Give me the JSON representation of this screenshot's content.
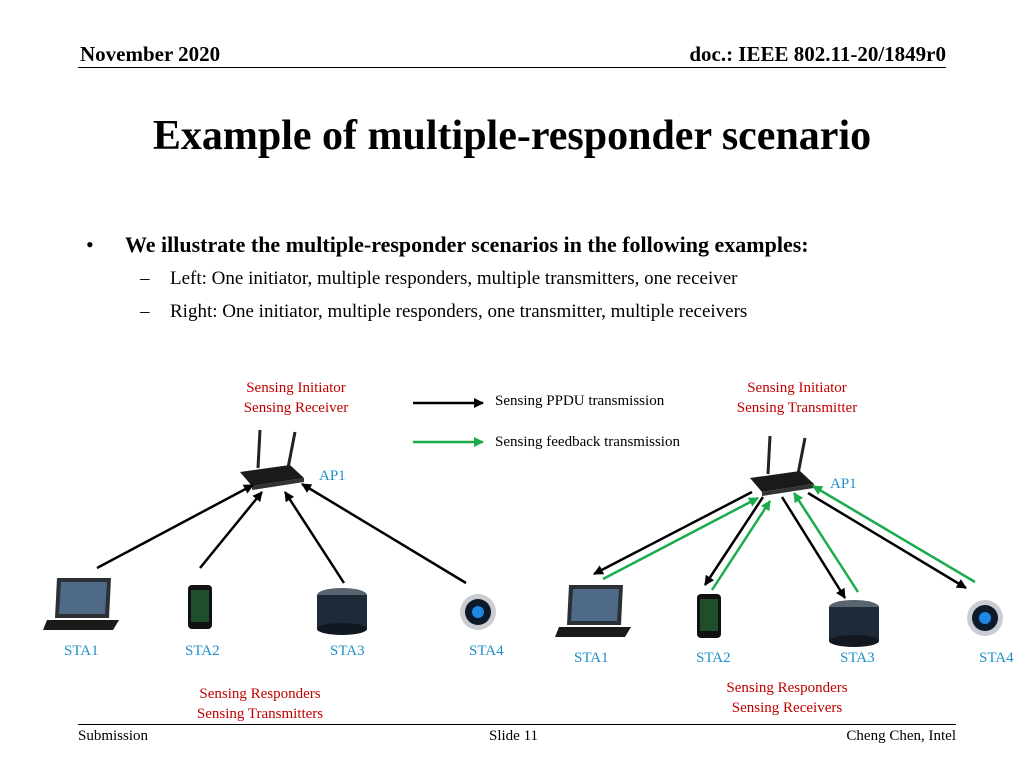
{
  "header": {
    "date": "November 2020",
    "doc": "doc.: IEEE 802.11-20/1849r0"
  },
  "title": "Example of multiple-responder scenario",
  "bullet": {
    "marker": "•",
    "text": "We illustrate the multiple-responder scenarios in the following examples:",
    "subs": [
      {
        "dash": "–",
        "text": "Left: One initiator, multiple responders, multiple transmitters, one receiver"
      },
      {
        "dash": "–",
        "text": "Right: One initiator, multiple responders, one transmitter, multiple receivers"
      }
    ]
  },
  "legend": {
    "ppdu": "Sensing PPDU transmission",
    "feedback": "Sensing feedback transmission",
    "colors": {
      "ppdu": "#000000",
      "feedback": "#1aab4b"
    }
  },
  "left": {
    "initiator_role": [
      "Sensing Initiator",
      "Sensing Receiver"
    ],
    "ap": "AP1",
    "stations": [
      "STA1",
      "STA2",
      "STA3",
      "STA4"
    ],
    "responder_role": [
      "Sensing Responders",
      "Sensing Transmitters"
    ]
  },
  "right": {
    "initiator_role": [
      "Sensing Initiator",
      "Sensing Transmitter"
    ],
    "ap": "AP1",
    "stations": [
      "STA1",
      "STA2",
      "STA3",
      "STA4"
    ],
    "responder_role": [
      "Sensing Responders",
      "Sensing Receivers"
    ]
  },
  "footer": {
    "left": "Submission",
    "center": "Slide 11",
    "right": "Cheng Chen, Intel"
  },
  "colors": {
    "role_text": "#c00000",
    "station_text": "#1e90c8"
  },
  "icons": [
    "router-icon",
    "laptop-icon",
    "phone-icon",
    "smart-speaker-icon",
    "thermostat-icon"
  ]
}
